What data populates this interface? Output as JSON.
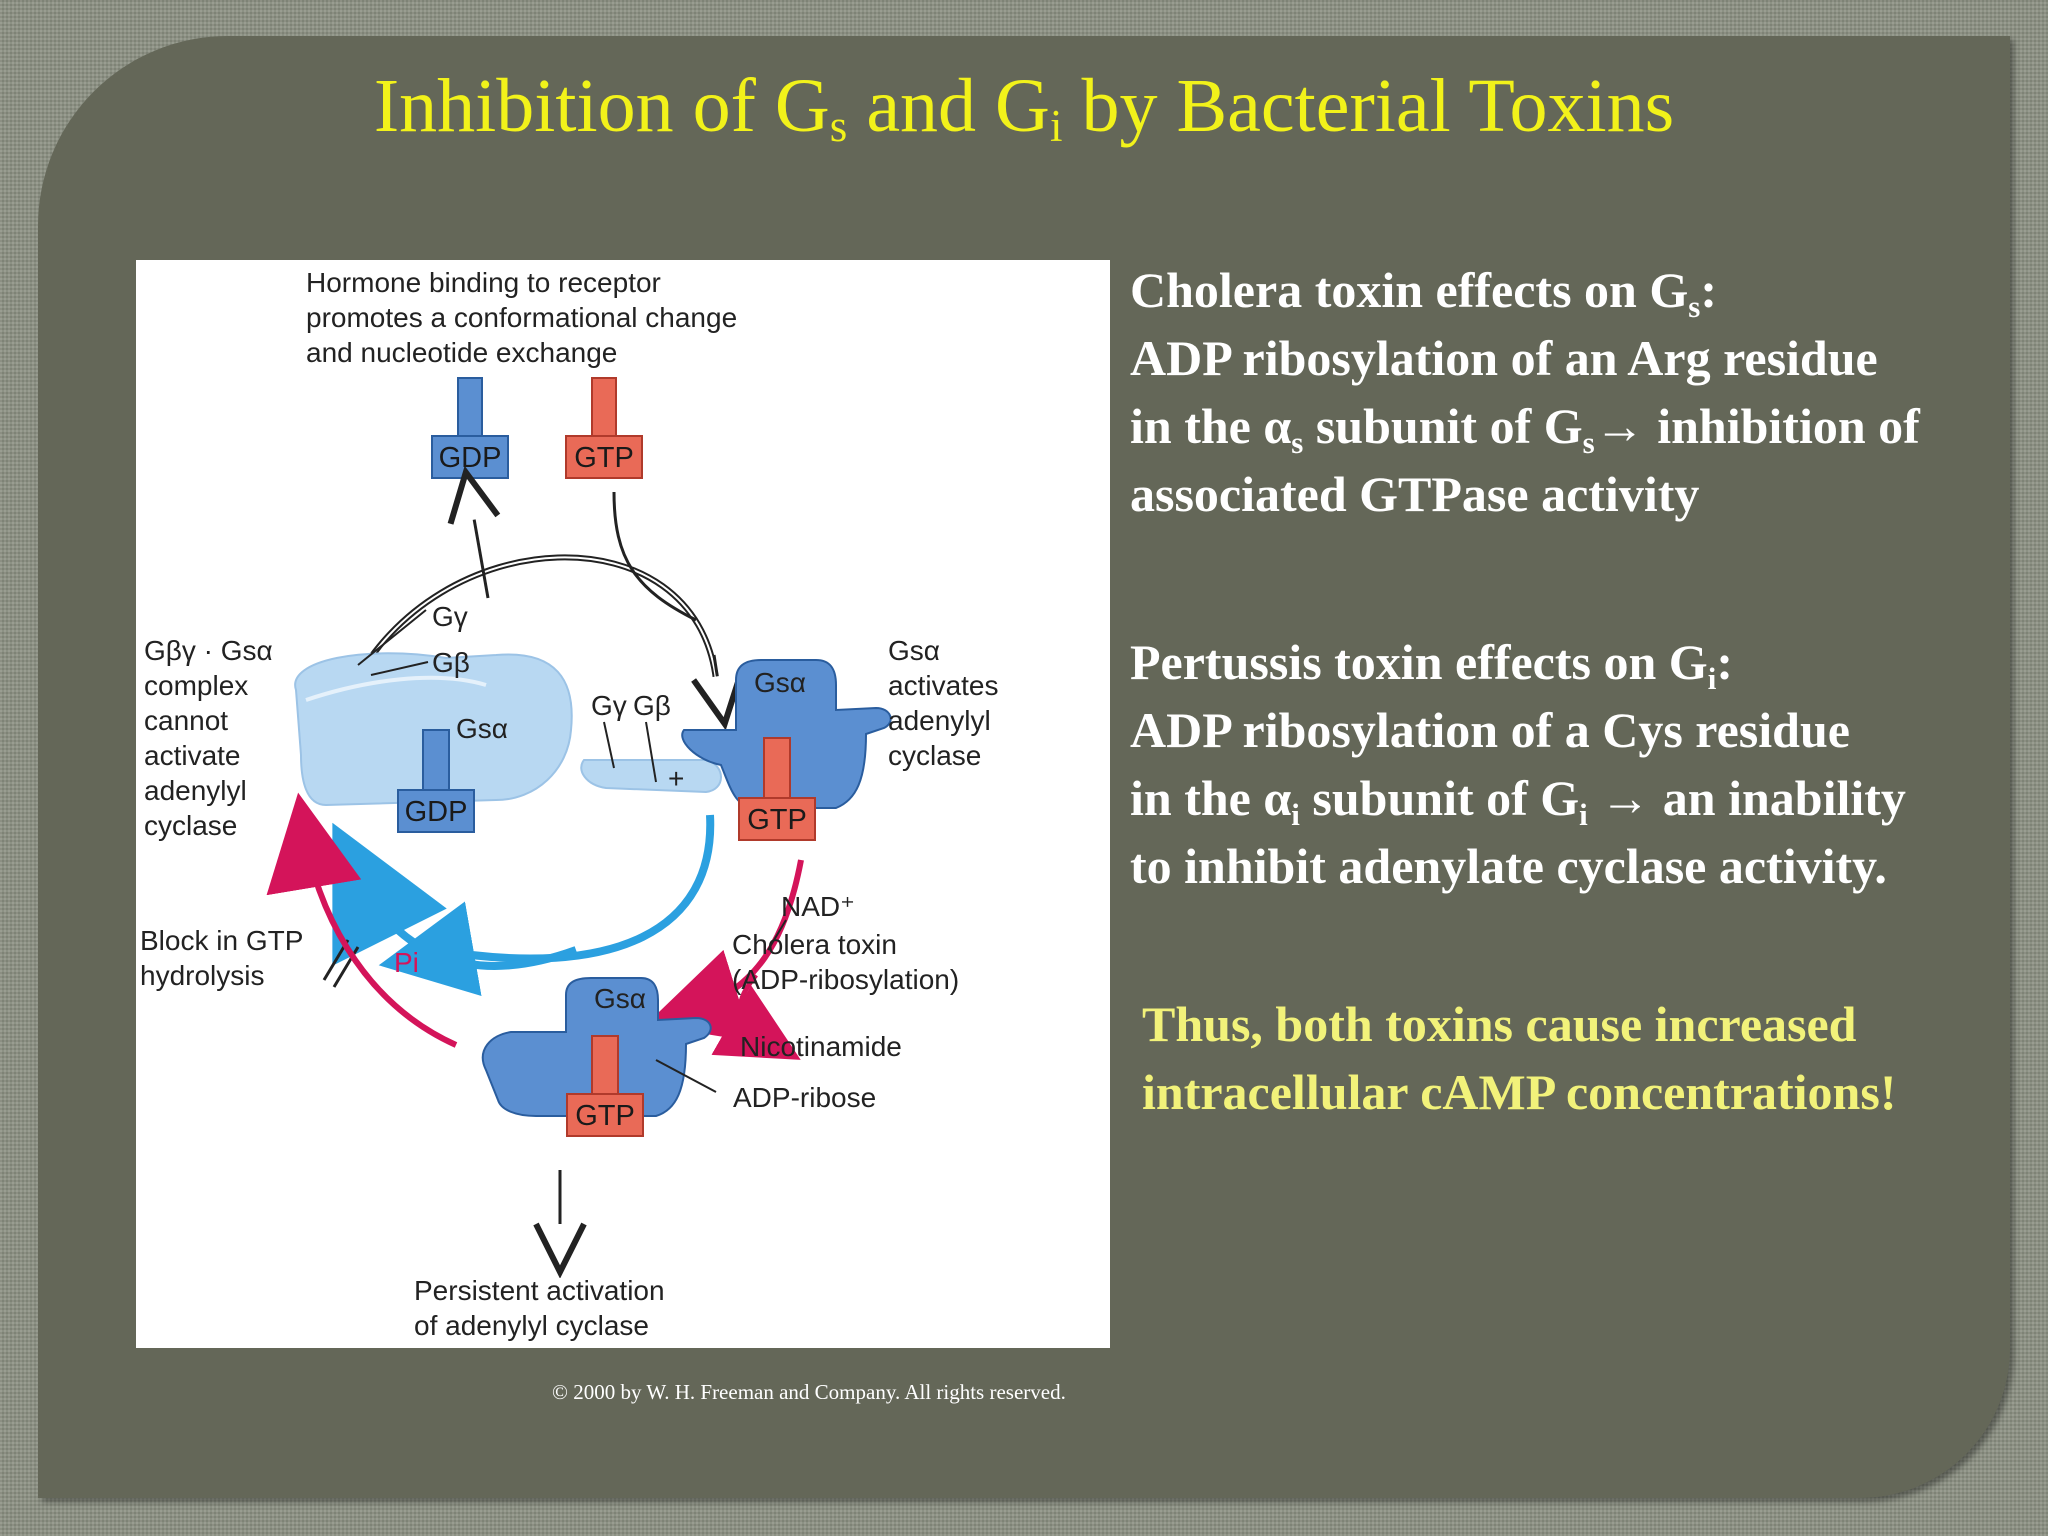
{
  "title": {
    "part1": "Inhibition of G",
    "sub1": "s",
    "part2": " and G",
    "sub2": "i",
    "part3": " by Bacterial Toxins"
  },
  "figure": {
    "hormone_caption": [
      "Hormone binding to receptor",
      "promotes a conformational change",
      "and nucleotide exchange"
    ],
    "gdp": "GDP",
    "gtp": "GTP",
    "g_gamma": "Gγ",
    "g_beta": "Gβ",
    "g_s_alpha": "Gsα",
    "plus": "+",
    "complex_caption": [
      "Gβγ · Gsα",
      "complex",
      "cannot",
      "activate",
      "adenylyl",
      "cyclase"
    ],
    "activates_caption": [
      "Gsα",
      "activates",
      "adenylyl",
      "cyclase"
    ],
    "nad": "NAD⁺",
    "cholera_toxin": [
      "Cholera toxin",
      "(ADP-ribosylation)"
    ],
    "nicotinamide": "Nicotinamide",
    "adp_ribose": "ADP-ribose",
    "block_caption": [
      "Block in GTP",
      "hydrolysis"
    ],
    "pi": "Pi",
    "persistent_caption": [
      "Persistent activation",
      "of adenylyl cyclase"
    ]
  },
  "copyright": "© 2000 by W. H. Freeman and Company. All rights reserved.",
  "cholera": {
    "l1a": "Cholera toxin effects on G",
    "l1sub": "s",
    "l1b": ":",
    "l2": "ADP ribosylation of an Arg residue",
    "l3a": "in the α",
    "l3sub1": "s",
    "l3b": " subunit of G",
    "l3sub2": "s",
    "l3c": "→ inhibition of",
    "l4": "associated GTPase activity"
  },
  "pertussis": {
    "l1a": "Pertussis toxin effects on G",
    "l1sub": "i",
    "l1b": ":",
    "l2": "ADP ribosylation of a Cys residue",
    "l3a": "in the α",
    "l3sub1": "i",
    "l3b": " subunit of G",
    "l3sub2": "i",
    "l3c": " → an inability",
    "l4": "to inhibit adenylate cyclase activity."
  },
  "summary": {
    "l1": "Thus, both toxins cause increased",
    "l2": "intracellular cAMP concentrations!"
  },
  "colors": {
    "title": "#f2f21a",
    "summary": "#f2f27a",
    "slide_bg": "#646758",
    "gtp_box": "#e96a57",
    "gdp_box": "#5b8fd1",
    "arrow_magenta": "#d4145a",
    "arrow_blue": "#2ba0e0"
  }
}
